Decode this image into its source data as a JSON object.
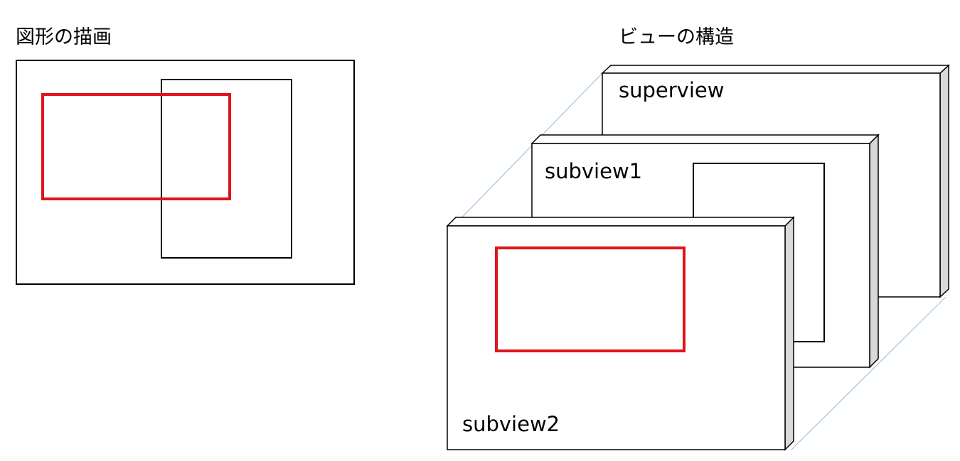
{
  "left_panel": {
    "title": "図形の描画"
  },
  "right_panel": {
    "title": "ビューの構造",
    "views": {
      "superview": "superview",
      "subview1": "subview1",
      "subview2": "subview2"
    }
  },
  "colors": {
    "stroke": "#000000",
    "highlight": "#e0141b",
    "side_face": "#d9d9d9",
    "guide_line": "#9dc3e6",
    "background": "#ffffff"
  }
}
